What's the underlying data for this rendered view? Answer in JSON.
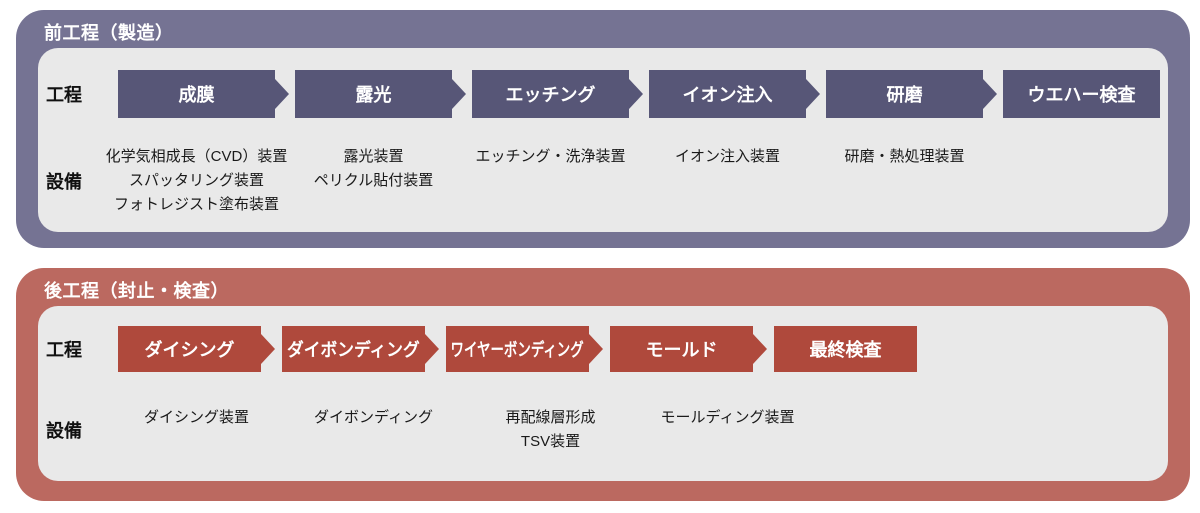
{
  "page": {
    "background_color": "#ffffff",
    "panel_inner_color": "#e9e9e9"
  },
  "sections": [
    {
      "id": "front-end",
      "title": "前工程（製造）",
      "frame_color": "#757393",
      "step_color": "#575677",
      "process_label": "工程",
      "equipment_label": "設備",
      "steps": [
        {
          "label": "成膜",
          "arrow": true
        },
        {
          "label": "露光",
          "arrow": true
        },
        {
          "label": "エッチング",
          "arrow": true
        },
        {
          "label": "イオン注入",
          "arrow": true
        },
        {
          "label": "研磨",
          "arrow": true
        },
        {
          "label": "ウエハー検査",
          "arrow": false
        }
      ],
      "equipment_columns": [
        {
          "lines": [
            "化学気相成長（CVD）装置",
            "スパッタリング装置",
            "フォトレジスト塗布装置"
          ]
        },
        {
          "lines": [
            "露光装置",
            "ペリクル貼付装置"
          ]
        },
        {
          "lines": [
            "エッチング・洗浄装置"
          ]
        },
        {
          "lines": [
            "イオン注入装置"
          ]
        },
        {
          "lines": [
            "研磨・熱処理装置"
          ]
        },
        {
          "lines": []
        }
      ]
    },
    {
      "id": "back-end",
      "title": "後工程（封止・検査）",
      "frame_color": "#bb6960",
      "step_color": "#af493c",
      "process_label": "工程",
      "equipment_label": "設備",
      "steps": [
        {
          "label": "ダイシング",
          "arrow": true
        },
        {
          "label": "ダイボンディング",
          "arrow": true
        },
        {
          "label": "ワイヤーボンディング",
          "arrow": true
        },
        {
          "label": "モールド",
          "arrow": true
        },
        {
          "label": "最終検査",
          "arrow": false
        }
      ],
      "equipment_columns": [
        {
          "lines": [
            "ダイシング装置"
          ]
        },
        {
          "lines": [
            "ダイボンディング"
          ]
        },
        {
          "lines": [
            "再配線層形成",
            "TSV装置"
          ]
        },
        {
          "lines": [
            "モールディング装置"
          ]
        },
        {
          "lines": []
        }
      ]
    }
  ]
}
